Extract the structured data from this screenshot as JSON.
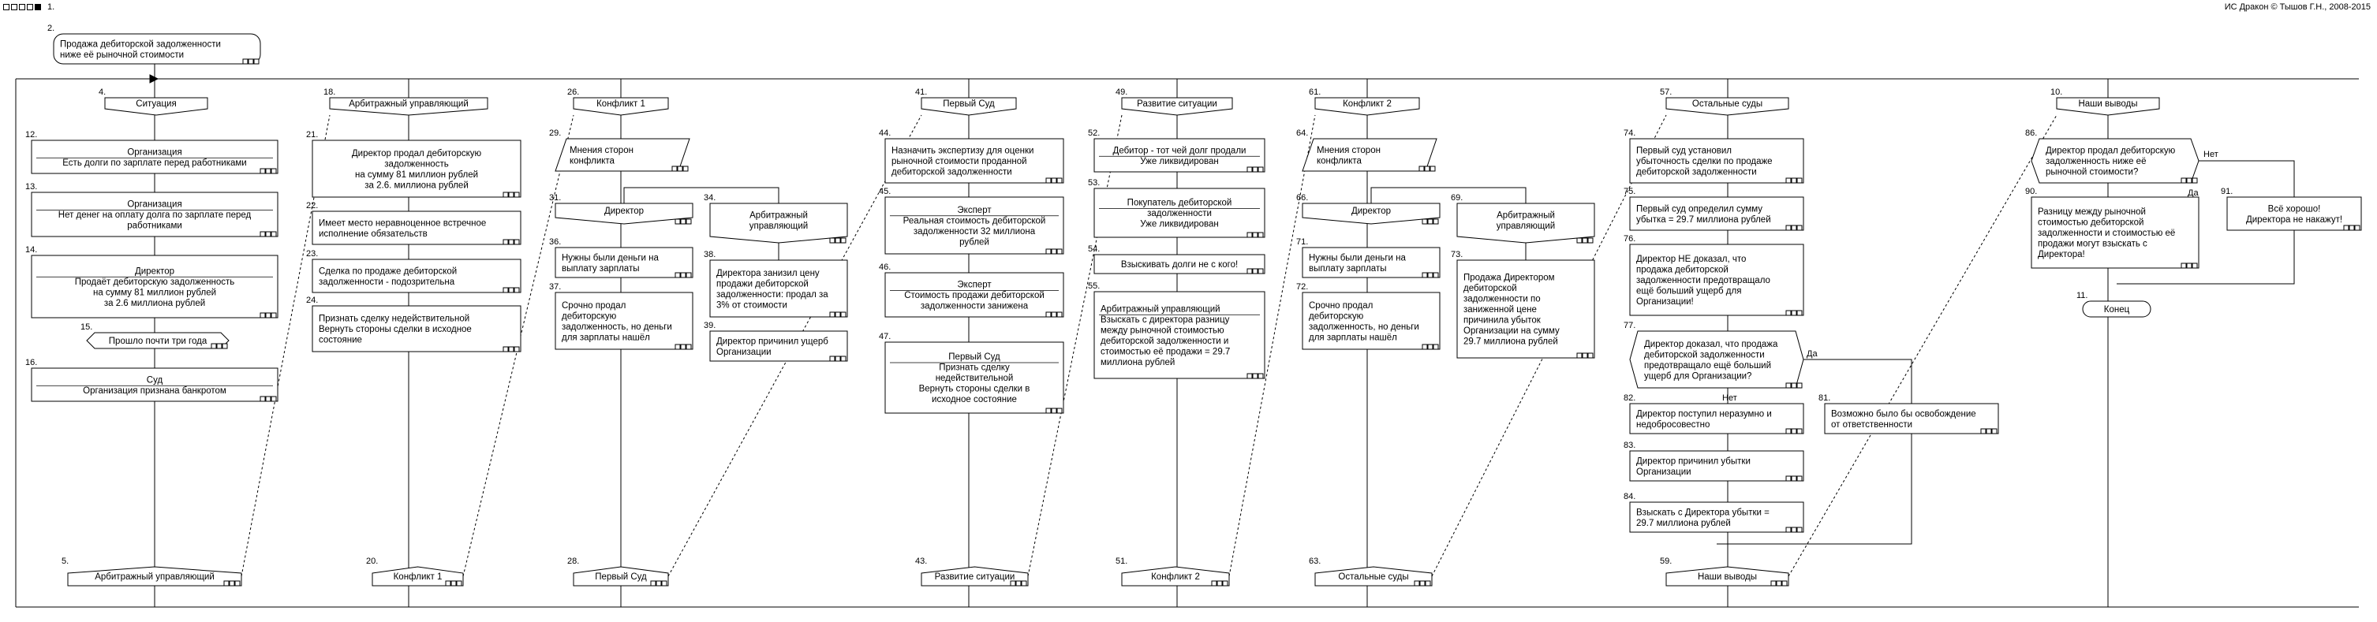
{
  "header": {
    "page_number": "1.",
    "credit": "ИС Дракон © Тышов Г.Н., 2008-2015"
  },
  "nodes": {
    "n2": {
      "id": "2.",
      "lines": [
        "Продажа дебиторской задолженности",
        "ниже её рыночной стоимости"
      ]
    },
    "n4": {
      "id": "4.",
      "lines": [
        "Ситуация"
      ]
    },
    "n12": {
      "id": "12.",
      "lines": [
        "Организация",
        "Есть долги по зарплате перед работниками"
      ]
    },
    "n13": {
      "id": "13.",
      "lines": [
        "Организация",
        "Нет денег на оплату долга по зарплате перед",
        "работниками"
      ]
    },
    "n14": {
      "id": "14.",
      "lines": [
        "Директор",
        "Продаёт дебиторскую задолженность",
        "на сумму 81 миллион рублей",
        "за 2.6 миллиона рублей"
      ]
    },
    "n15": {
      "id": "15.",
      "lines": [
        "Прошло почти три года"
      ]
    },
    "n16": {
      "id": "16.",
      "lines": [
        "Суд",
        "Организация признана банкротом"
      ]
    },
    "n5": {
      "id": "5.",
      "lines": [
        "Арбитражный управляющий"
      ]
    },
    "n18": {
      "id": "18.",
      "lines": [
        "Арбитражный управляющий"
      ]
    },
    "n21": {
      "id": "21.",
      "lines": [
        "Директор продал дебиторскую",
        "задолженность",
        "на сумму 81 миллион рублей",
        "за 2.6. миллиона рублей"
      ]
    },
    "n22": {
      "id": "22.",
      "lines": [
        "Имеет место неравноценное встречное",
        "исполнение обязательств"
      ]
    },
    "n23": {
      "id": "23.",
      "lines": [
        "Сделка по продаже дебиторской",
        "задолженности - подозрительна"
      ]
    },
    "n24": {
      "id": "24.",
      "lines": [
        "Признать сделку недействительной",
        "Вернуть стороны сделки в исходное",
        "состояние"
      ]
    },
    "n20": {
      "id": "20.",
      "lines": [
        "Конфликт 1"
      ]
    },
    "n26": {
      "id": "26.",
      "lines": [
        "Конфликт 1"
      ]
    },
    "n29": {
      "id": "29.",
      "lines": [
        "Мнения сторон",
        "конфликта"
      ]
    },
    "n31": {
      "id": "31.",
      "lines": [
        "Директор"
      ]
    },
    "n34": {
      "id": "34.",
      "lines": [
        "Арбитражный",
        "управляющий"
      ]
    },
    "n36": {
      "id": "36.",
      "lines": [
        "Нужны были деньги на",
        "выплату зарплаты"
      ]
    },
    "n37": {
      "id": "37.",
      "lines": [
        "Срочно продал",
        "дебиторскую",
        "задолженность, но деньги",
        "для зарплаты нашёл"
      ]
    },
    "n38": {
      "id": "38.",
      "lines": [
        "Директора занизил цену",
        "продажи дебиторской",
        "задолженности: продал за",
        "3% от стоимости"
      ]
    },
    "n39": {
      "id": "39.",
      "lines": [
        "Директор причинил ущерб",
        "Организации"
      ]
    },
    "n28": {
      "id": "28.",
      "lines": [
        "Первый Суд"
      ]
    },
    "n41": {
      "id": "41.",
      "lines": [
        "Первый Суд"
      ]
    },
    "n44": {
      "id": "44.",
      "lines": [
        "Назначить экспертизу для оценки",
        "рыночной стоимости проданной",
        "дебиторской задолженности"
      ]
    },
    "n45": {
      "id": "45.",
      "lines": [
        "Эксперт",
        "Реальная стоимость дебиторской",
        "задолженности 32 миллиона",
        "рублей"
      ]
    },
    "n46": {
      "id": "46.",
      "lines": [
        "Эксперт",
        "Стоимость продажи дебиторской",
        "задолженности занижена"
      ]
    },
    "n47": {
      "id": "47.",
      "lines": [
        "Первый Суд",
        "Признать сделку",
        "недействительной",
        "Вернуть стороны сделки в",
        "исходное состояние"
      ]
    },
    "n43": {
      "id": "43.",
      "lines": [
        "Развитие ситуации"
      ]
    },
    "n49": {
      "id": "49.",
      "lines": [
        "Развитие ситуации"
      ]
    },
    "n52": {
      "id": "52.",
      "lines": [
        "Дебитор - тот чей долг продали",
        "Уже ликвидирован"
      ]
    },
    "n53": {
      "id": "53.",
      "lines": [
        "Покупатель дебиторской",
        "задолженности",
        "Уже ликвидирован"
      ]
    },
    "n54": {
      "id": "54.",
      "lines": [
        "Взыскивать долги не с кого!"
      ]
    },
    "n55": {
      "id": "55.",
      "lines": [
        "Арбитражный управляющий",
        "Взыскать с директора разницу",
        "между рыночной стоимостью",
        "дебиторской задолженности и",
        "стоимостью её продажи = 29.7",
        "миллиона рублей"
      ]
    },
    "n51": {
      "id": "51.",
      "lines": [
        "Конфликт 2"
      ]
    },
    "n61": {
      "id": "61.",
      "lines": [
        "Конфликт 2"
      ]
    },
    "n64": {
      "id": "64.",
      "lines": [
        "Мнения сторон",
        "конфликта"
      ]
    },
    "n66": {
      "id": "66.",
      "lines": [
        "Директор"
      ]
    },
    "n69": {
      "id": "69.",
      "lines": [
        "Арбитражный",
        "управляющий"
      ]
    },
    "n71": {
      "id": "71.",
      "lines": [
        "Нужны были деньги на",
        "выплату зарплаты"
      ]
    },
    "n72": {
      "id": "72.",
      "lines": [
        "Срочно продал",
        "дебиторскую",
        "задолженность, но деньги",
        "для зарплаты нашёл"
      ]
    },
    "n73": {
      "id": "73.",
      "lines": [
        "Продажа Директором",
        "дебиторской",
        "задолженности по",
        "заниженной цене",
        "причинила убыток",
        "Организации на сумму",
        "29.7 миллиона рублей"
      ]
    },
    "n63": {
      "id": "63.",
      "lines": [
        "Остальные суды"
      ]
    },
    "n57": {
      "id": "57.",
      "lines": [
        "Остальные суды"
      ]
    },
    "n74": {
      "id": "74.",
      "lines": [
        "Первый суд установил",
        "убыточность сделки по продаже",
        "дебиторской задолженности"
      ]
    },
    "n75": {
      "id": "75.",
      "lines": [
        "Первый суд определил сумму",
        "убытка = 29.7 миллиона рублей"
      ]
    },
    "n76": {
      "id": "76.",
      "lines": [
        "Директор НЕ доказал, что",
        "продажа дебиторской",
        "задолженности предотвращало",
        "ещё больший ущерб для",
        "Организации!"
      ]
    },
    "n77": {
      "id": "77.",
      "lines": [
        "Директор доказал, что продажа",
        "дебиторской задолженности",
        "предотвращало ещё больший",
        "ущерб для Организации?"
      ]
    },
    "n81": {
      "id": "81.",
      "lines": [
        "Возможно было бы освобождение",
        "от ответственности"
      ]
    },
    "n82": {
      "id": "82.",
      "lines": [
        "Директор поступил неразумно и",
        "недобросовестно"
      ]
    },
    "n83": {
      "id": "83.",
      "lines": [
        "Директор причинил убытки",
        "Организации"
      ]
    },
    "n84": {
      "id": "84.",
      "lines": [
        "Взыскать с Директора убытки =",
        "29.7 миллиона рублей"
      ]
    },
    "n59": {
      "id": "59.",
      "lines": [
        "Наши выводы"
      ]
    },
    "n10": {
      "id": "10.",
      "lines": [
        "Наши выводы"
      ]
    },
    "n86": {
      "id": "86.",
      "lines": [
        "Директор продал дебиторскую",
        "задолженность ниже её",
        "рыночной стоимости?"
      ]
    },
    "n90": {
      "id": "90.",
      "lines": [
        "Разницу между рыночной",
        "стоимостью дебиторской",
        "задолженности и стоимостью её",
        "продажи могут взыскать с",
        "Директора!"
      ]
    },
    "n91": {
      "id": "91.",
      "lines": [
        "Всё хорошо!",
        "Директора не накажут!"
      ]
    },
    "n11": {
      "id": "11.",
      "lines": [
        "Конец"
      ]
    }
  },
  "branch_labels": {
    "yes": "Да",
    "no": "Нет"
  }
}
